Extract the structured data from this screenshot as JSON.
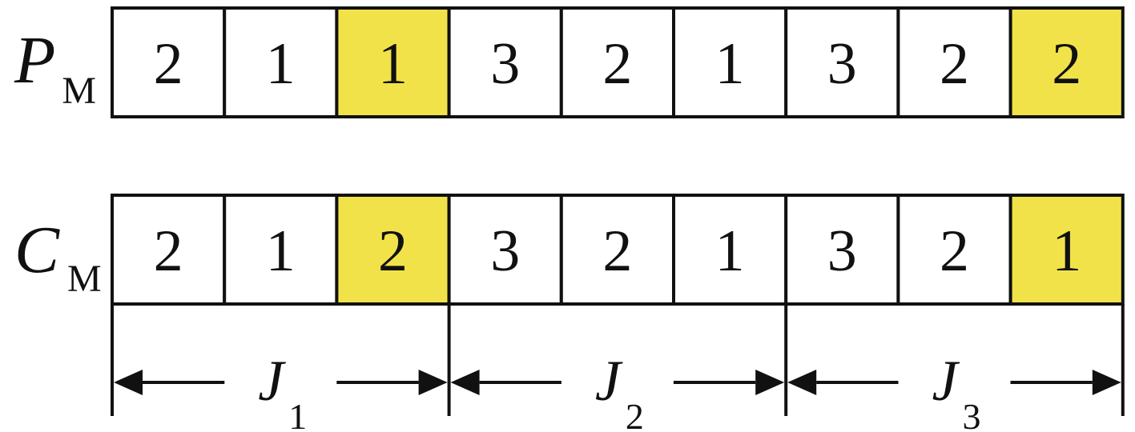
{
  "highlight_color": "#f2e24a",
  "rows": [
    {
      "label": "P",
      "subscript": "M",
      "cells": [
        "2",
        "1",
        "1",
        "3",
        "2",
        "1",
        "3",
        "2",
        "2"
      ],
      "highlighted": [
        2,
        8
      ]
    },
    {
      "label": "C",
      "subscript": "M",
      "cells": [
        "2",
        "1",
        "2",
        "3",
        "2",
        "1",
        "3",
        "2",
        "1"
      ],
      "highlighted": [
        2,
        8
      ]
    }
  ],
  "segments": [
    {
      "label": "J",
      "subscript": "1",
      "cells": 3
    },
    {
      "label": "J",
      "subscript": "2",
      "cells": 3
    },
    {
      "label": "J",
      "subscript": "3",
      "cells": 3
    }
  ]
}
